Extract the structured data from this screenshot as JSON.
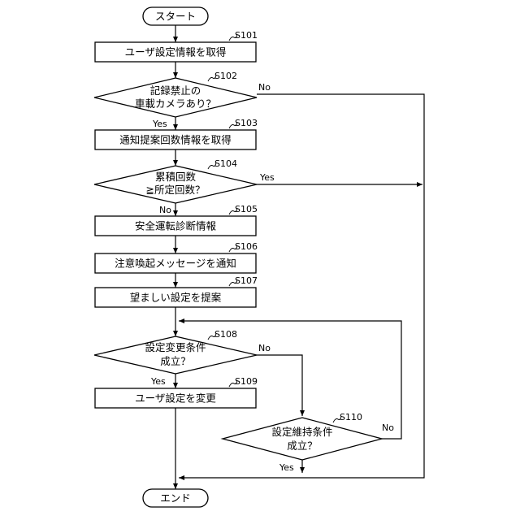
{
  "flowchart": {
    "start": "スタート",
    "end": "エンド",
    "steps": {
      "s101": {
        "id": "S101",
        "text": "ユーザ設定情報を取得"
      },
      "s102": {
        "id": "S102",
        "lines": [
          "記録禁止の",
          "車載カメラあり？"
        ]
      },
      "s103": {
        "id": "S103",
        "text": "通知提案回数情報を取得"
      },
      "s104": {
        "id": "S104",
        "lines": [
          "累積回数",
          "≧所定回数？"
        ]
      },
      "s105": {
        "id": "S105",
        "text": "安全運転診断情報"
      },
      "s106": {
        "id": "S106",
        "text": "注意喚起メッセージを通知"
      },
      "s107": {
        "id": "S107",
        "text": "望ましい設定を提案"
      },
      "s108": {
        "id": "S108",
        "lines": [
          "設定変更条件",
          "成立？"
        ]
      },
      "s109": {
        "id": "S109",
        "text": "ユーザ設定を変更"
      },
      "s110": {
        "id": "S110",
        "lines": [
          "設定維持条件",
          "成立？"
        ]
      }
    },
    "branch_labels": {
      "s102_yes": "Yes",
      "s102_no": "No",
      "s104_yes": "Yes",
      "s104_no": "No",
      "s108_yes": "Yes",
      "s108_no": "No",
      "s110_yes": "Yes",
      "s110_no": "No"
    }
  }
}
